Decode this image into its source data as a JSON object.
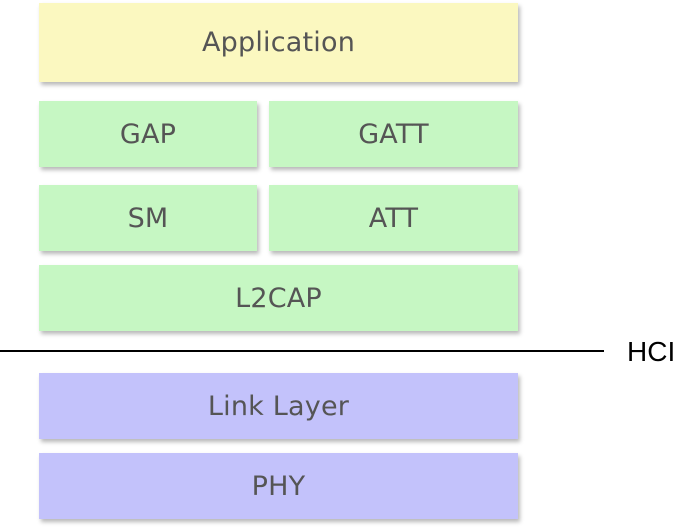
{
  "colors": {
    "application": "#fbf8c0",
    "host": "#c6f7c3",
    "controller": "#c3c2fb",
    "text": "#555555",
    "line": "#000000"
  },
  "blocks": {
    "application": "Application",
    "gap": "GAP",
    "gatt": "GATT",
    "sm": "SM",
    "att": "ATT",
    "l2cap": "L2CAP",
    "link_layer": "Link Layer",
    "phy": "PHY"
  },
  "divider": {
    "label": "HCI"
  }
}
